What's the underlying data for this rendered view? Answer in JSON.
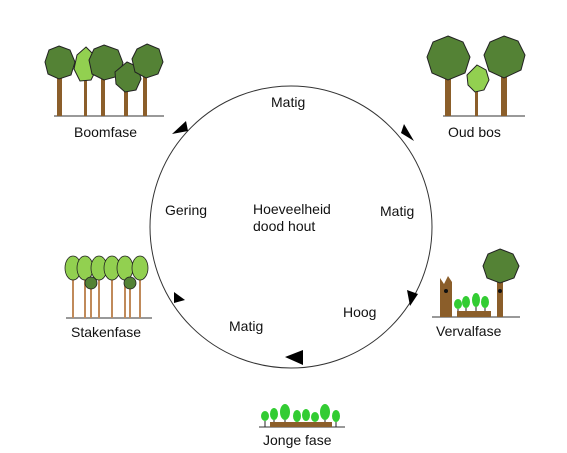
{
  "diagram": {
    "center_label": [
      "Hoeveelheid",
      "dood hout"
    ],
    "phases": [
      {
        "id": "boomfase",
        "label": "Boomfase"
      },
      {
        "id": "oud-bos",
        "label": "Oud bos"
      },
      {
        "id": "vervalfase",
        "label": "Vervalfase"
      },
      {
        "id": "jonge-fase",
        "label": "Jonge fase"
      },
      {
        "id": "stakenfase",
        "label": "Stakenfase"
      }
    ],
    "deadwood_amounts": [
      {
        "between": "boomfase-oud-bos",
        "label": "Matig"
      },
      {
        "between": "oud-bos-vervalfase",
        "label": "Matig"
      },
      {
        "between": "vervalfase-jonge-fase",
        "label": "Hoog"
      },
      {
        "between": "jonge-fase-stakenfase",
        "label": "Matig"
      },
      {
        "between": "stakenfase-boomfase",
        "label": "Gering"
      }
    ],
    "colors": {
      "dark_green": "#548235",
      "light_green": "#92D050",
      "bright_green": "#33CC33",
      "trunk": "#8B5E2A",
      "line": "#333333"
    }
  }
}
